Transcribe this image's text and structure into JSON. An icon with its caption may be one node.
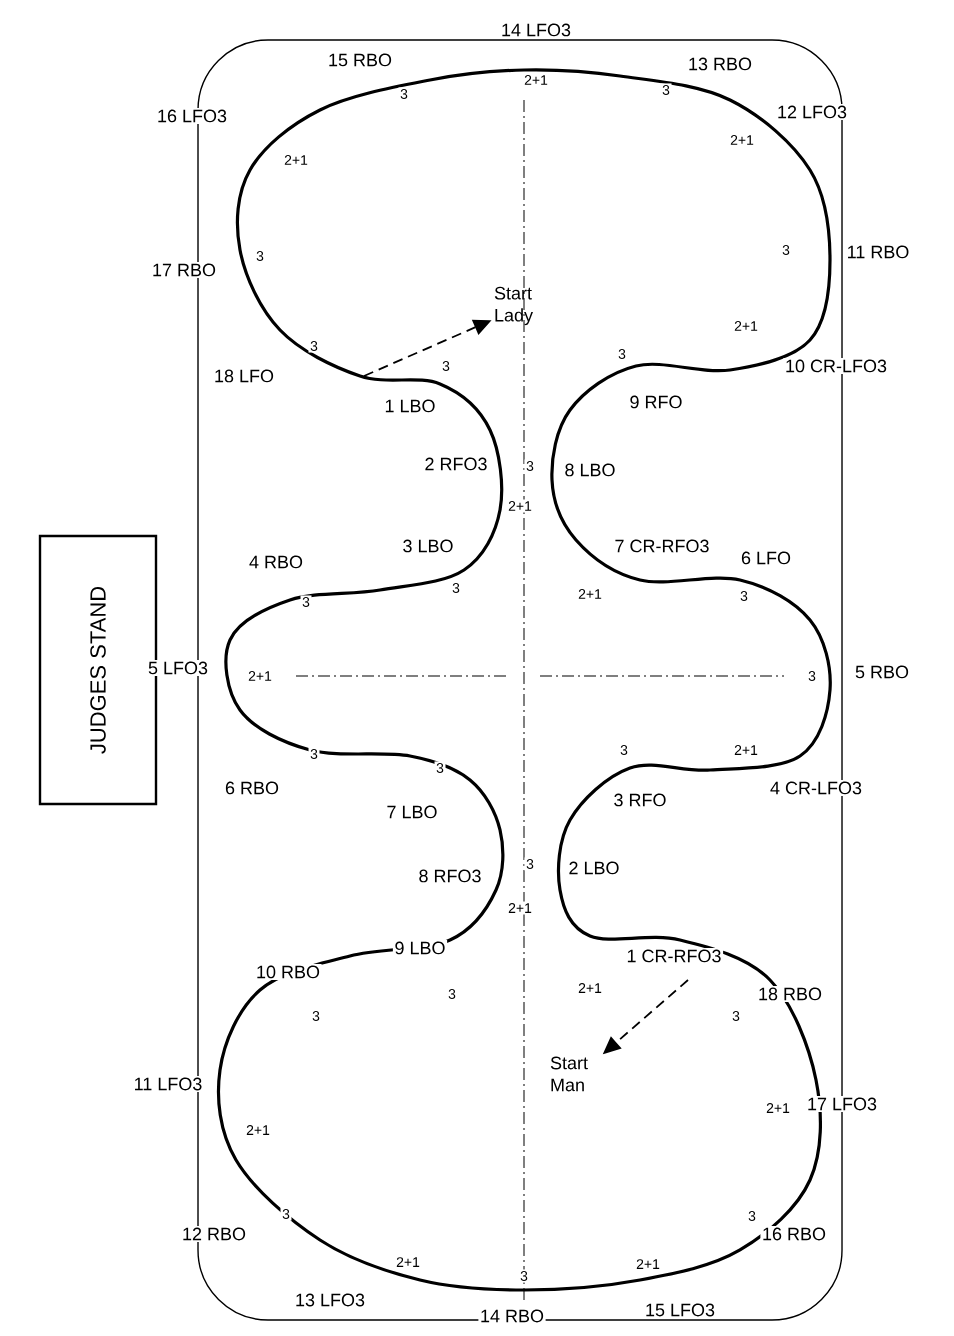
{
  "diagram": {
    "nodes": [
      {
        "text": [
          "JUDGES STAND"
        ]
      },
      {
        "text": [
          "Start Lady"
        ]
      },
      {
        "text": [
          "Start Man"
        ]
      }
    ],
    "edges": [
      {
        "from": null,
        "to": 1,
        "arrow": "to",
        "style": "dashed"
      },
      {
        "from": null,
        "to": 2,
        "arrow": "to",
        "style": "dashed"
      }
    ],
    "labels": [
      "14 LFO3",
      "15 RBO",
      "13 RBO",
      "16 LFO3",
      "12 LFO3",
      "2+1",
      "3",
      "3",
      "2+1",
      "2+1",
      "17 RBO",
      "3",
      "11 RBO",
      "3",
      "2+1",
      "18 LFO",
      "3",
      "3",
      "10 CR-LFO3",
      "3",
      "9 RFO",
      "1 LBO",
      "2 RFO3",
      "3",
      "8 LBO",
      "2+1",
      "3 LBO",
      "7 CR-RFO3",
      "6 LFO",
      "4 RBO",
      "3",
      "3",
      "2+1",
      "3",
      "5 LFO3",
      "2+1",
      "3",
      "5 RBO",
      "3",
      "3",
      "3",
      "2+1",
      "6 RBO",
      "7 LBO",
      "3 RFO",
      "4 CR-LFO3",
      "8 RFO3",
      "3",
      "2 LBO",
      "2+1",
      "9 LBO",
      "1 CR-RFO3",
      "10 RBO",
      "3",
      "2+1",
      "18 RBO",
      "3",
      "3",
      "11 LFO3",
      "2+1",
      "17 LFO3",
      "2+1",
      "3",
      "12 RBO",
      "3",
      "16 RBO",
      "2+1",
      "3",
      "2+1",
      "13 LFO3",
      "14 RBO",
      "15 LFO3"
    ]
  }
}
